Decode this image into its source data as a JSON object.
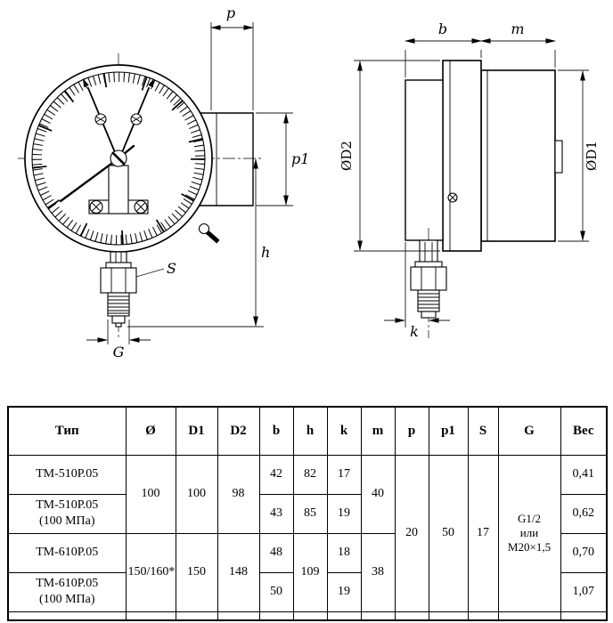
{
  "drawing": {
    "front": {
      "p": "p",
      "p1": "p1",
      "h": "h",
      "s": "S",
      "g": "G"
    },
    "side": {
      "b": "b",
      "m": "m",
      "k": "k",
      "d2": "ØD2",
      "d1": "ØD1"
    }
  },
  "table": {
    "headers": [
      "Тип",
      "Ø",
      "D1",
      "D2",
      "b",
      "h",
      "k",
      "m",
      "p",
      "p1",
      "S",
      "G",
      "Вес"
    ],
    "rows": {
      "r1": {
        "type": "ТМ-510Р.05",
        "dia": "100",
        "d1": "100",
        "d2": "98",
        "b": "42",
        "h": "82",
        "k": "17",
        "m": "40",
        "p": "20",
        "p1": "50",
        "s": "17",
        "g": "G1/2\nили\nM20×1,5",
        "weight": "0,41"
      },
      "r2": {
        "type": "ТМ-510Р.05\n(100 МПа)",
        "b": "43",
        "h": "85",
        "k": "19",
        "weight": "0,62"
      },
      "r3": {
        "type": "ТМ-610Р.05",
        "dia": "150/160*",
        "d1": "150",
        "d2": "148",
        "b": "48",
        "h": "109",
        "k": "18",
        "m": "38",
        "weight": "0,70"
      },
      "r4": {
        "type": "ТМ-610Р.05\n(100 МПа)",
        "b": "50",
        "k": "19",
        "weight": "1,07"
      }
    }
  }
}
